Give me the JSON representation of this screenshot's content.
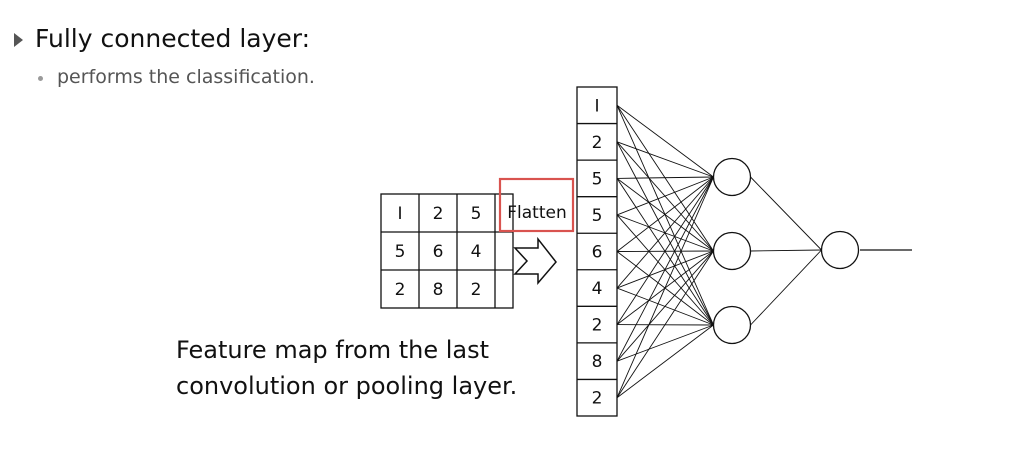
{
  "heading": "Fully connected layer:",
  "subpoint": "performs the classification.",
  "feature_map": [
    [
      "I",
      "2",
      "5"
    ],
    [
      "5",
      "6",
      "4"
    ],
    [
      "2",
      "8",
      "2"
    ]
  ],
  "flatten_label": "Flatten",
  "flattened_vector": [
    "I",
    "2",
    "5",
    "5",
    "6",
    "4",
    "2",
    "8",
    "2"
  ],
  "caption_lines": [
    "Feature map from the last",
    "convolution or pooling layer."
  ],
  "colors": {
    "highlight_border": "#d9534f",
    "line": "#111111",
    "bullet": "#555555",
    "subtext": "#555555"
  },
  "network": {
    "hidden_neurons": 3,
    "output_neurons": 1
  }
}
